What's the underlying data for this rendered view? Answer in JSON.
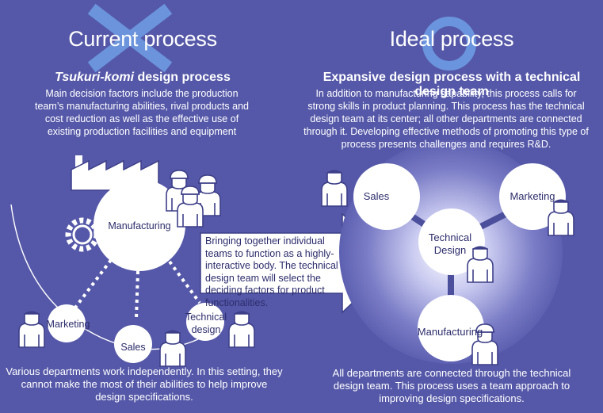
{
  "current": {
    "title": "Current process",
    "subtitle_italic": "Tsukuri-komi",
    "subtitle_rest": " design process",
    "description": "Main decision factors include the production team’s manufacturing abilities, rival products and cost reduction as well as the effective use of existing production facilities and equipment",
    "nodes": {
      "manufacturing": "Manufacturing",
      "marketing": "Marketing",
      "sales": "Sales",
      "technical_line1": "Technical",
      "technical_line2": "design"
    },
    "caption": "Various departments work independently. In this setting, they cannot make the most of their abilities to help improve design specifications."
  },
  "arrow_text": "Bringing together individual teams to function as a highly-interactive body. The technical design team will select the deciding factors for product functionalities.",
  "ideal": {
    "title": "Ideal process",
    "subtitle": "Expansive design process with a technical design team",
    "description": "In addition to manufacturing capability, this process calls for strong skills in product planning. This process has the technical design team at its center; all other departments are connected through it. Developing effective methods of promoting this type of process presents challenges and requires R&D.",
    "nodes": {
      "sales": "Sales",
      "marketing": "Marketing",
      "manufacturing": "Manufacturing",
      "technical_line1": "Technical",
      "technical_line2": "Design"
    },
    "caption": "All departments are connected through the technical design team. This process uses a team approach to improving design specifications."
  },
  "colors": {
    "background": "#5558a8",
    "mark_blue": "#6f9fe6",
    "circle_fill": "#ffffff",
    "node_text": "#2c2c6c",
    "person_fill": "#ffffff",
    "person_stroke": "#3d3f88"
  },
  "icons": {
    "cross_mark": "x-mark-icon",
    "circle_mark": "circle-mark-icon",
    "factory": "factory-icon",
    "gear": "gear-icon",
    "person": "person-icon",
    "worker": "worker-with-cap-icon",
    "arrow": "right-arrow-icon"
  }
}
